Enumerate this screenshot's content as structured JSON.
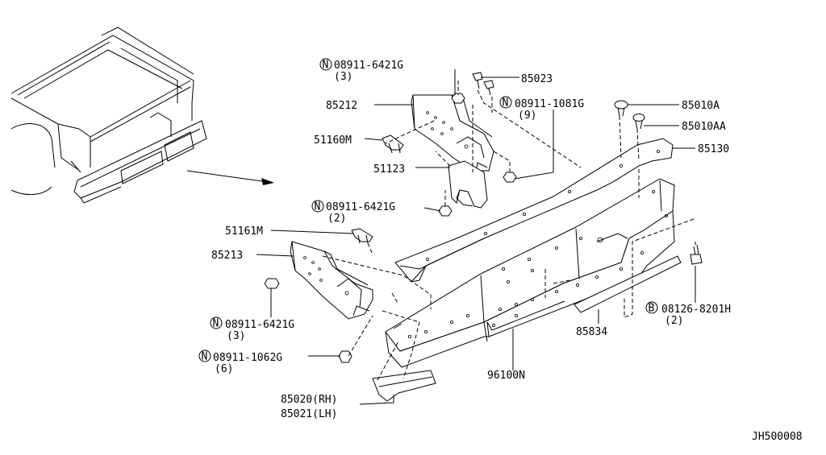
{
  "diagram": {
    "drawing_code": "JH500008",
    "callouts": {
      "c_08911_6421G_top": {
        "prefix": "N",
        "part": "08911-6421G",
        "qty": "(3)"
      },
      "c_85023": {
        "part": "85023"
      },
      "c_85212": {
        "part": "85212"
      },
      "c_08911_1081G": {
        "prefix": "N",
        "part": "08911-1081G",
        "qty": "(9)"
      },
      "c_85010A": {
        "part": "85010A"
      },
      "c_85010AA": {
        "part": "85010AA"
      },
      "c_85130": {
        "part": "85130"
      },
      "c_51160M": {
        "part": "51160M"
      },
      "c_51123": {
        "part": "51123"
      },
      "c_08911_6421G_mid": {
        "prefix": "N",
        "part": "08911-6421G",
        "qty": "(2)"
      },
      "c_51161M": {
        "part": "51161M"
      },
      "c_85213": {
        "part": "85213"
      },
      "c_08911_6421G_low": {
        "prefix": "N",
        "part": "08911-6421G",
        "qty": "(3)"
      },
      "c_08911_1062G": {
        "prefix": "N",
        "part": "08911-1062G",
        "qty": "(6)"
      },
      "c_85020": {
        "part": "85020(RH)"
      },
      "c_85021": {
        "part": "85021(LH)"
      },
      "c_96100N": {
        "part": "96100N"
      },
      "c_85834": {
        "part": "85834"
      },
      "c_08126_8201H": {
        "prefix": "B",
        "part": "08126-8201H",
        "qty": "(2)"
      }
    }
  }
}
